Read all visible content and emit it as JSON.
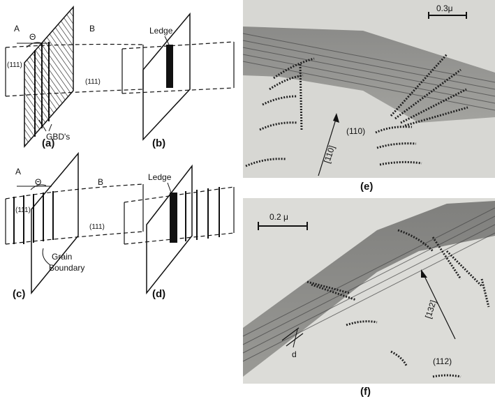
{
  "figure": {
    "panels": {
      "a": {
        "caption": "(a)",
        "label_a": "A",
        "label_b": "B",
        "theta": "Θ",
        "plane_left": "(111)",
        "plane_right": "(111)",
        "gbd": "GBD's"
      },
      "b": {
        "caption": "(b)",
        "ledge": "Ledge"
      },
      "c": {
        "caption": "(c)",
        "label_a": "A",
        "label_b": "B",
        "theta": "Θ",
        "plane_left": "(111)",
        "plane_right": "(111)",
        "grain": "Grain",
        "boundary": "Boundary"
      },
      "d": {
        "caption": "(d)",
        "ledge": "Ledge"
      },
      "e": {
        "caption": "(e)",
        "scale": "0.3μ",
        "direction": "[110]",
        "plane": "(110)"
      },
      "f": {
        "caption": "(f)",
        "scale": "0.2 μ",
        "direction": "[132]",
        "plane": "(112)",
        "d_label": "d"
      }
    },
    "colors": {
      "ink": "#111111",
      "micrograph_light": "#dcdcd8",
      "micrograph_dark": "#6b6b6b"
    }
  }
}
